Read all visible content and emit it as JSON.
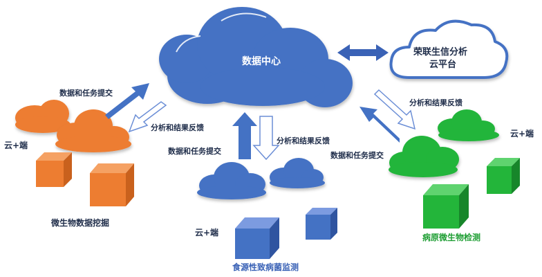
{
  "data_center": "数据中心",
  "platform": {
    "line1": "荣联生信分析",
    "line2": "云平台"
  },
  "arrow_labels": {
    "submit_left": "数据和任务提交",
    "feedback_left": "分析和结果反馈",
    "submit_mid": "数据和任务提交",
    "feedback_mid": "分析和结果反馈",
    "submit_right": "数据和任务提交",
    "feedback_right": "分析和结果反馈"
  },
  "cloud_edge_labels": {
    "left": "云+端",
    "middle": "云+端",
    "right": "云+端"
  },
  "nodes": {
    "left": "微生物数据挖掘",
    "middle": "食源性致病菌监测",
    "right": "病原微生物检测"
  },
  "colors": {
    "main_cloud": "#4472c4",
    "orange": "#ed7d31",
    "blue": "#4472c4",
    "green": "#23b53a",
    "green_text": "#1e9e33",
    "blue_text": "#3a62b6",
    "arrow_outline": "#6b8ed6",
    "text_dark": "#1f2d4a"
  }
}
